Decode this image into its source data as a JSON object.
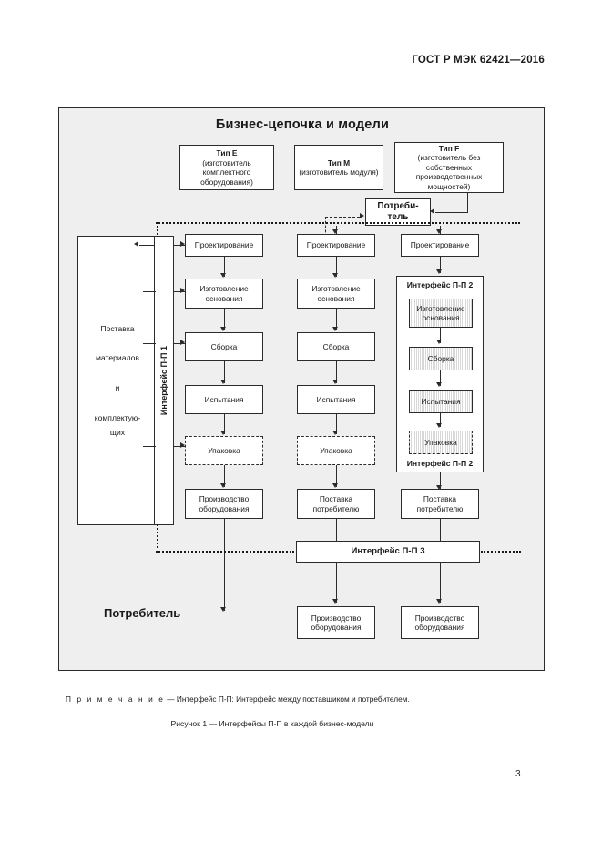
{
  "document": {
    "header": "ГОСТ Р МЭК 62421—2016",
    "page_number": "3"
  },
  "figure": {
    "title": "Бизнес-цепочка и модели",
    "consumer_side_label": "Потребитель",
    "note_prefix": "П р и м е ч а н и е",
    "note_text": " — Интерфейс П-П: Интерфейс между поставщиком и потребителем.",
    "caption": "Рисунок 1 — Интерфейсы П-П в каждой бизнес-модели",
    "types": [
      {
        "title": "Тип E",
        "subtitle": "(изготовитель комплектного оборудования)"
      },
      {
        "title": "Тип M",
        "subtitle": "(изготовитель модуля)"
      },
      {
        "title": "Тип F",
        "subtitle": "(изготовитель без собственных производственных мощностей)"
      }
    ],
    "consumer_box": "Потреби-\nтель",
    "supply_box": "Поставка\n\nматериалов\n\nи\n\nкомплектую-\nщих",
    "interface_1": "Интерфейс П-П 1",
    "interface_2": "Интерфейс П-П 2",
    "interface_3": "Интерфейс П-П 3",
    "column_e": [
      "Проектирование",
      "Изготовление основания",
      "Сборка",
      "Испытания",
      "Упаковка",
      "Производство оборудования"
    ],
    "column_m": [
      "Проектирование",
      "Изготовление основания",
      "Сборка",
      "Испытания",
      "Упаковка",
      "Поставка потребителю"
    ],
    "column_f": {
      "design": "Проектирование",
      "inner": [
        "Изготовление основания",
        "Сборка",
        "Испытания",
        "Упаковка"
      ],
      "delivery": "Поставка потребителю"
    },
    "bottom_production": [
      "Производство оборудования",
      "Производство оборудования"
    ],
    "colors": {
      "panel_bg": "#efefef",
      "line": "#2b2b2b",
      "box_bg": "#ffffff"
    }
  }
}
